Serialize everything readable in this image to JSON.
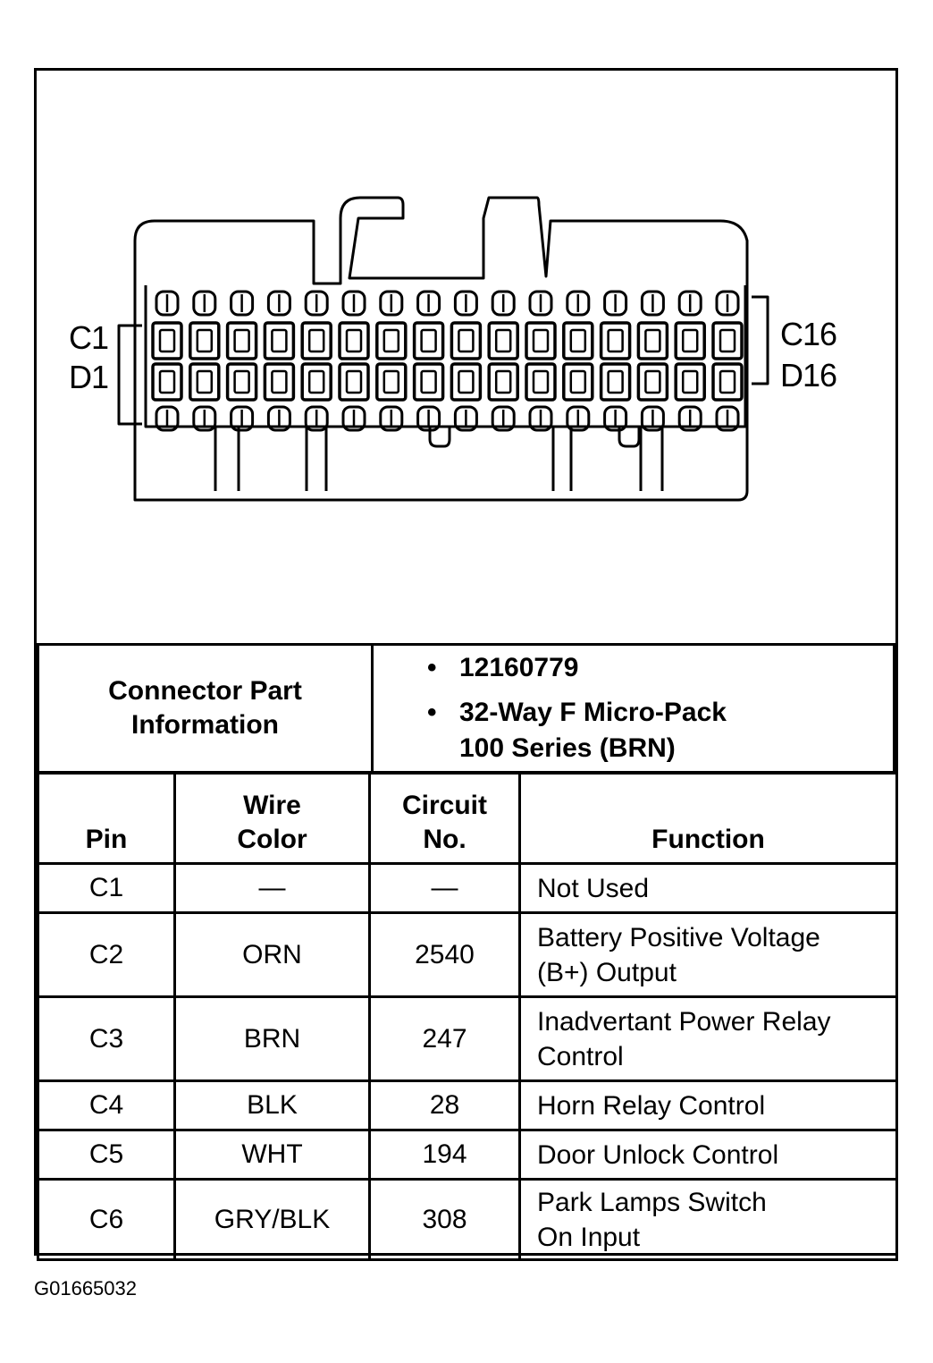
{
  "diagram": {
    "pin_labels": {
      "top_left": "C1",
      "bottom_left": "D1",
      "top_right": "C16",
      "bottom_right": "D16"
    },
    "pin_columns": 16
  },
  "connector_info": {
    "label_line1": "Connector Part",
    "label_line2": "Information",
    "bullet": "•",
    "part_number": "12160779",
    "description_line1": "32-Way F Micro-Pack",
    "description_line2": "100 Series (BRN)"
  },
  "table": {
    "headers": {
      "pin": "Pin",
      "wire_line1": "Wire",
      "wire_line2": "Color",
      "circuit_line1": "Circuit",
      "circuit_line2": "No.",
      "function": "Function"
    },
    "rows": [
      {
        "pin": "C1",
        "wire": "—",
        "circuit": "—",
        "func1": "Not Used",
        "func2": ""
      },
      {
        "pin": "C2",
        "wire": "ORN",
        "circuit": "2540",
        "func1": "Battery Positive Voltage",
        "func2": "(B+) Output"
      },
      {
        "pin": "C3",
        "wire": "BRN",
        "circuit": "247",
        "func1": "Inadvertant Power Relay",
        "func2": "Control"
      },
      {
        "pin": "C4",
        "wire": "BLK",
        "circuit": "28",
        "func1": "Horn Relay Control",
        "func2": ""
      },
      {
        "pin": "C5",
        "wire": "WHT",
        "circuit": "194",
        "func1": "Door Unlock Control",
        "func2": ""
      },
      {
        "pin": "C6",
        "wire": "GRY/BLK",
        "circuit": "308",
        "func1": "Park Lamps Switch",
        "func2": "On Input"
      }
    ]
  },
  "footer": {
    "code": "G01665032"
  }
}
